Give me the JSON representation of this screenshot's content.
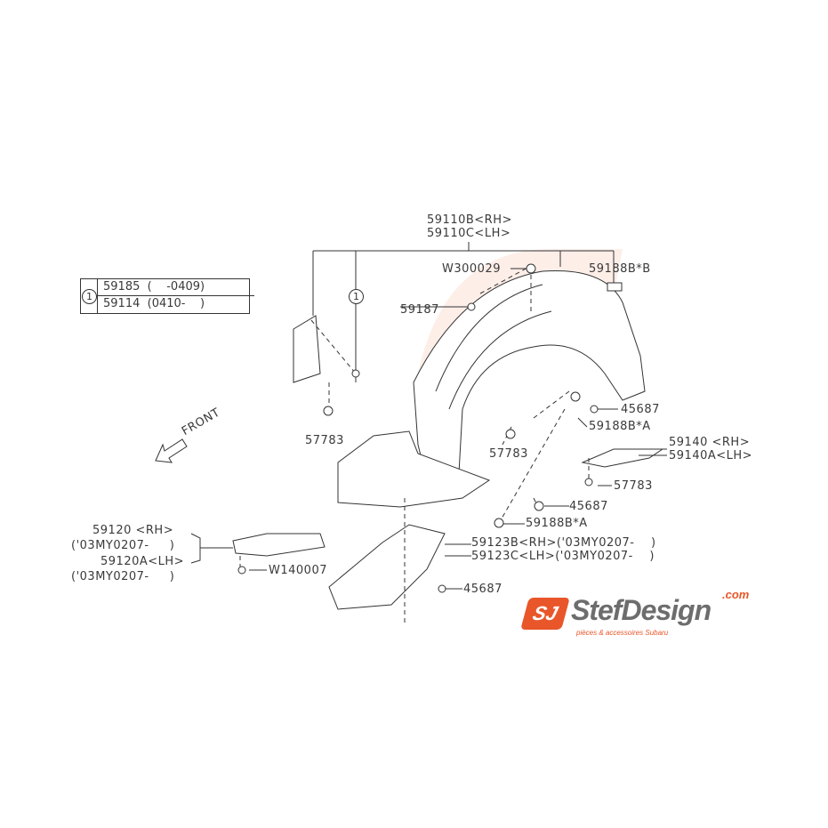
{
  "diagram": {
    "main_part": {
      "rh": "59110B<RH>",
      "lh": "59110C<LH>"
    },
    "note_table": {
      "ref": "1",
      "rows": [
        {
          "part": "59185",
          "range": "(    -0409)"
        },
        {
          "part": "59114",
          "range": "(0410-    )"
        }
      ]
    },
    "callout_ref": "1",
    "front_label": "FRONT",
    "labels": {
      "w300029": "W300029",
      "p59188b_b": "59188B*B",
      "p59187": "59187",
      "p45687_a": "45687",
      "p59188b_a1": "59188B*A",
      "p57783_a": "57783",
      "p57783_b": "57783",
      "p59140_rh": "59140 <RH>",
      "p59140a_lh": "59140A<LH>",
      "p57783_c": "57783",
      "p45687_b": "45687",
      "p59188b_a2": "59188B*A",
      "p59123b": "59123B<RH>('03MY0207-    )",
      "p59123c": "59123C<LH>('03MY0207-    )",
      "p59120_rh": "59120 <RH>",
      "p59120_range": "('03MY0207-     )",
      "p59120a_lh": "59120A<LH>",
      "p59120a_range": "('03MY0207-     )",
      "w140007": "W140007",
      "p45687_c": "45687"
    }
  },
  "logo": {
    "mark": "SJ",
    "brand": "StefDesign",
    "dotcom": ".com",
    "tagline": "pièces & accessoires Subaru"
  },
  "colors": {
    "accent": "#e8562a",
    "line": "#333333",
    "watermark": "#f0f0f0"
  }
}
